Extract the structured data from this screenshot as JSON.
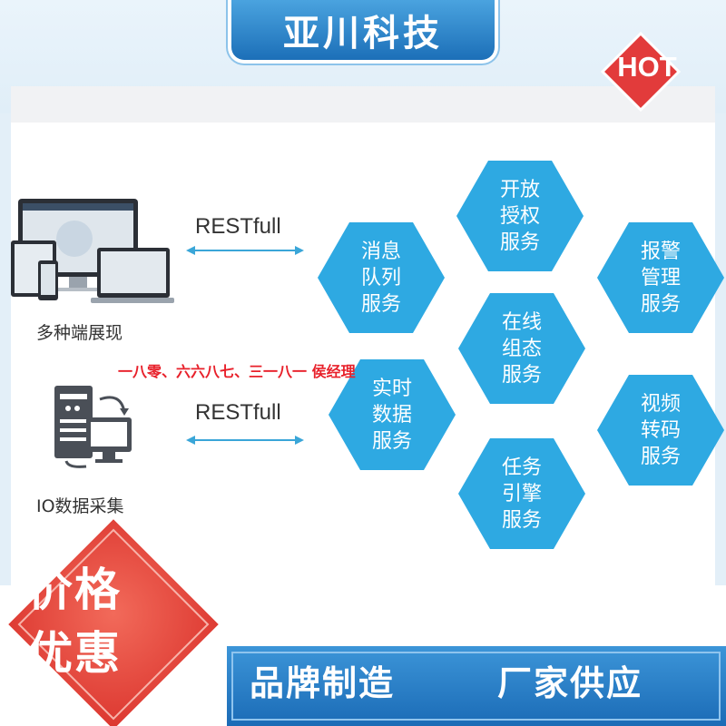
{
  "header": {
    "brand": "亚川科技",
    "hot_badge": "HOT"
  },
  "left": {
    "multi_terminal": "多种端展现",
    "io_collection": "IO数据采集",
    "rest_top": "RESTfull",
    "rest_bottom": "RESTfull"
  },
  "contact": "一八零、六六八七、三一八一 侯经理",
  "services": [
    {
      "label": "开放\n授权\n服务"
    },
    {
      "label": "消息\n队列\n服务"
    },
    {
      "label": "报警\n管理\n服务"
    },
    {
      "label": "在线\n组态\n服务"
    },
    {
      "label": "实时\n数据\n服务"
    },
    {
      "label": "视频\n转码\n服务"
    },
    {
      "label": "任务\n引擎\n服务"
    }
  ],
  "bottom": {
    "price_line1": "价格",
    "price_line2": "优惠",
    "slogan_1": "品牌制造",
    "slogan_2": "厂家供应"
  },
  "colors": {
    "hexagon": "#2ea9e2",
    "brand_blue": "#1c6fb8",
    "hot_red": "#e23b3b",
    "contact_red": "#e8202a",
    "arrow": "#3aa6d8"
  }
}
